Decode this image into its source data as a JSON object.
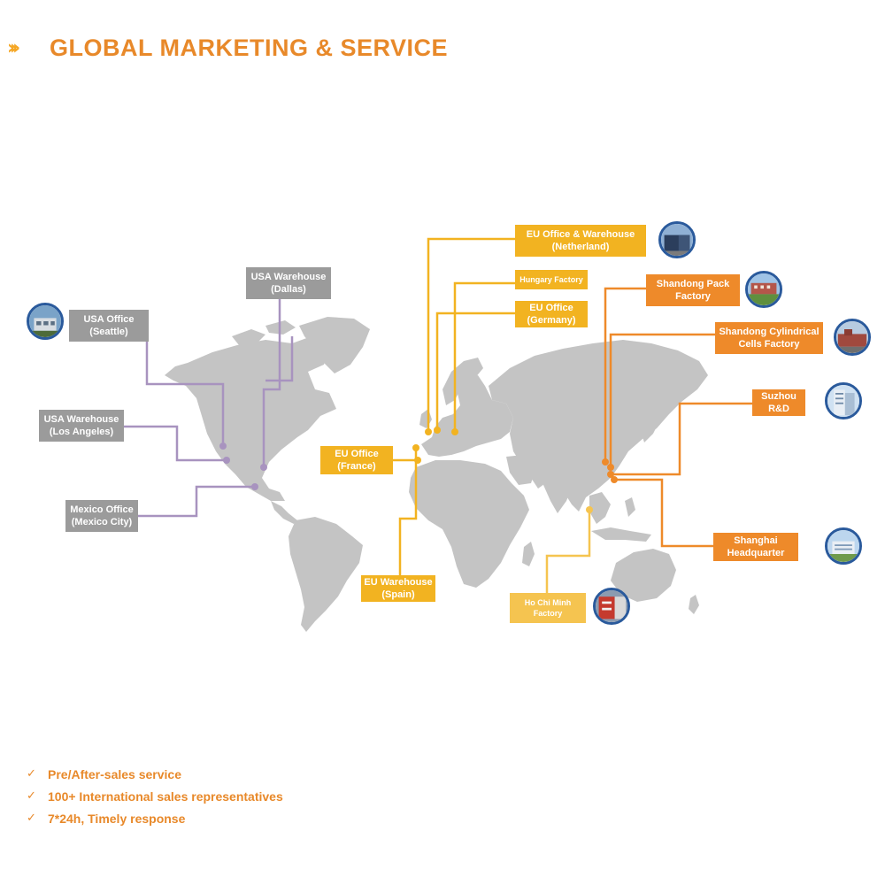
{
  "header": {
    "chevron": "›››",
    "title": "GLOBAL MARKETING & SERVICE"
  },
  "map": {
    "land_color": "#c4c4c4",
    "line_colors": {
      "americas": "#a893bf",
      "europe": "#f2b321",
      "asia": "#ee8a2a"
    },
    "locations": {
      "usa_office_seattle": "USA Office\n(Seattle)",
      "usa_warehouse_dallas": "USA Warehouse\n(Dallas)",
      "usa_warehouse_la": "USA Warehouse\n(Los Angeles)",
      "mexico_office": "Mexico Office\n(Mexico City)",
      "eu_office_netherland": "EU Office & Warehouse\n(Netherland)",
      "hungary_factory": "Hungary Factory",
      "eu_office_germany": "EU Office\n(Germany)",
      "eu_office_france": "EU Office\n(France)",
      "eu_warehouse_spain": "EU Warehouse\n(Spain)",
      "shandong_pack": "Shandong Pack\nFactory",
      "shandong_cells": "Shandong Cylindrical\nCells Factory",
      "suzhou_rd": "Suzhou\nR&D",
      "shanghai_hq": "Shanghai\nHeadquarter",
      "ho_chi_minh": "Ho Chi Minh\nFactory"
    }
  },
  "features": [
    {
      "icon": "checkmark-icon",
      "mark": "✓",
      "text": "Pre/After-sales service"
    },
    {
      "icon": "checkmark-icon",
      "mark": "✓",
      "text": "100+ International sales representatives"
    },
    {
      "icon": "checkmark-icon",
      "mark": "✓",
      "text": "7*24h, Timely response"
    }
  ]
}
